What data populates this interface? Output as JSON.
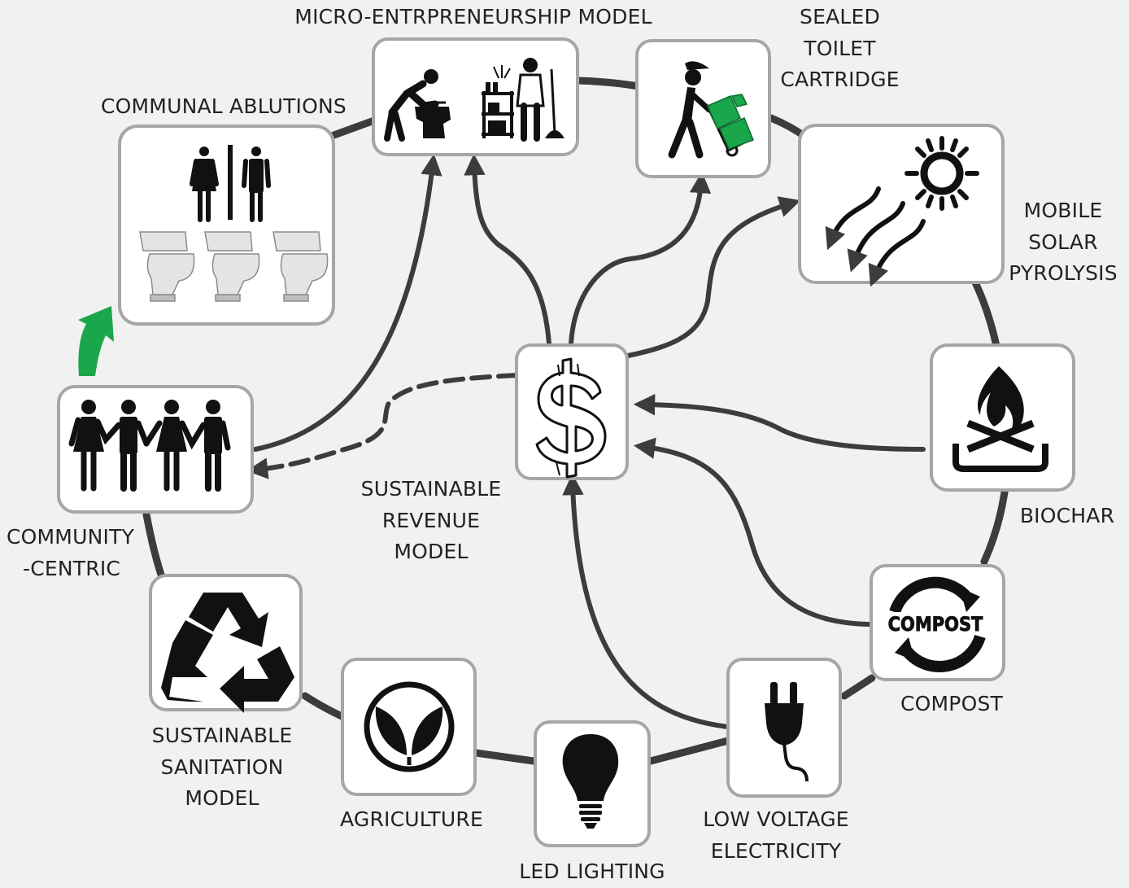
{
  "diagram": {
    "labels": {
      "micro_entrepreneurship": [
        "MICRO-ENTRPRENEURSHIP MODEL"
      ],
      "sealed_toilet_cartridge": [
        "SEALED",
        "TOILET",
        "CARTRIDGE"
      ],
      "communal_ablutions": [
        "COMMUNAL ABLUTIONS"
      ],
      "mobile_solar_pyrolysis": [
        "MOBILE",
        "SOLAR",
        "PYROLYSIS"
      ],
      "biochar": [
        "BIOCHAR"
      ],
      "compost": [
        "COMPOST"
      ],
      "low_voltage_electricity": [
        "LOW VOLTAGE",
        "ELECTRICITY"
      ],
      "led_lighting": [
        "LED LIGHTING"
      ],
      "agriculture": [
        "AGRICULTURE"
      ],
      "sustainable_sanitation_model": [
        "SUSTAINABLE",
        "SANITATION",
        "MODEL"
      ],
      "community_centric": [
        "COMMUNITY",
        "-CENTRIC"
      ],
      "sustainable_revenue_model": [
        "SUSTAINABLE",
        "REVENUE",
        "MODEL"
      ]
    },
    "icons": {
      "micro_entrepreneurship": [
        "plumber-icon",
        "cleaner-icon"
      ],
      "sealed_toilet_cartridge": "delivery-person-with-trolley-icon",
      "communal_ablutions": [
        "restroom-sign-icon",
        "toilet-icon"
      ],
      "mobile_solar_pyrolysis": "sun-heat-waves-icon",
      "biochar": "fire-pit-icon",
      "compost": "compost-cycle-icon",
      "compost_badge_text": "COMPOST",
      "low_voltage_electricity": "plug-icon",
      "led_lighting": "light-bulb-icon",
      "agriculture": "sprout-icon",
      "sustainable_sanitation_model": "recycle-icon",
      "community_centric": "people-holding-hands-icon",
      "sustainable_revenue_model": "dollar-sign-icon"
    },
    "colors": {
      "background": "#f1f1f1",
      "ring": "#3c3c3c",
      "arrows": "#3c3c3c",
      "box_border": "#a6a6a6",
      "box_fill": "#ffffff",
      "icon": "#111111",
      "accent_green": "#1aa64a",
      "toilet_grey": "#d9d9d9"
    }
  }
}
